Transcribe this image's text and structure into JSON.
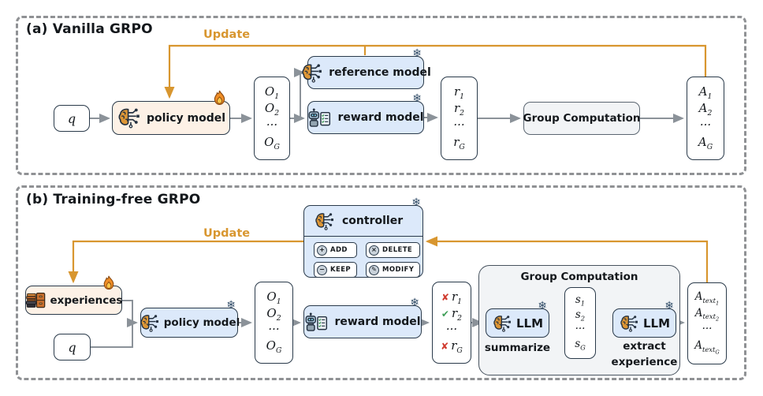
{
  "colors": {
    "accent_orange": "#d8962f",
    "panel_border": "#8f9194",
    "box_border": "#2a3a4a",
    "blue_fill": "#dce9fa",
    "peach_fill": "#fdf1e6",
    "gray_fill": "#f2f4f6",
    "connector": "#8b9299",
    "check_green": "#3f9e57",
    "cross_red": "#d03b2f",
    "snowflake_blue": "#35506b",
    "text_color": "#14181c"
  },
  "icons": {
    "snowflake": "❄",
    "fire": "flame-icon",
    "brain_circuit": "brain-circuit-icon",
    "robot_checklist": "robot-checklist-icon",
    "experience_books": "books-cabinet-icon"
  },
  "panel_a": {
    "title": "(a) Vanilla GRPO",
    "update_label": "Update",
    "nodes": {
      "query": "q",
      "policy_model": "policy model",
      "reference_model": "reference model",
      "reward_model": "reward model",
      "group_computation": "Group Computation"
    },
    "outputs": [
      {
        "base": "O",
        "sub": "1"
      },
      {
        "base": "O",
        "sub": "2"
      },
      {
        "base": "···",
        "sub": ""
      },
      {
        "base": "O",
        "sub": "G"
      }
    ],
    "rewards": [
      {
        "base": "r",
        "sub": "1"
      },
      {
        "base": "r",
        "sub": "2"
      },
      {
        "base": "···",
        "sub": ""
      },
      {
        "base": "r",
        "sub": "G"
      }
    ],
    "advantages": [
      {
        "base": "A",
        "sub": "1"
      },
      {
        "base": "A",
        "sub": "2"
      },
      {
        "base": "···",
        "sub": ""
      },
      {
        "base": "A",
        "sub": "G"
      }
    ]
  },
  "panel_b": {
    "title": "(b) Training-free GRPO",
    "update_label": "Update",
    "nodes": {
      "experiences": "experiences",
      "query": "q",
      "policy_model": "policy model",
      "reward_model": "reward model",
      "group_computation": "Group Computation",
      "llm_summarize": "LLM",
      "llm_summarize_caption": "summarize",
      "llm_extract": "LLM",
      "llm_extract_caption": "extract\nexperience"
    },
    "controller": {
      "label": "controller",
      "buttons": [
        {
          "icon": "+",
          "label": "ADD"
        },
        {
          "icon": "×",
          "label": "DELETE"
        },
        {
          "icon": "−",
          "label": "KEEP"
        },
        {
          "icon": "✎",
          "label": "MODIFY"
        }
      ]
    },
    "outputs": [
      {
        "base": "O",
        "sub": "1"
      },
      {
        "base": "O",
        "sub": "2"
      },
      {
        "base": "···",
        "sub": ""
      },
      {
        "base": "O",
        "sub": "G"
      }
    ],
    "rewards": [
      {
        "mark": "✘",
        "base": "r",
        "sub": "1"
      },
      {
        "mark": "✔",
        "base": "r",
        "sub": "2"
      },
      {
        "mark": "",
        "base": "···",
        "sub": ""
      },
      {
        "mark": "✘",
        "base": "r",
        "sub": "G"
      }
    ],
    "summaries": [
      {
        "base": "s",
        "sub": "1"
      },
      {
        "base": "s",
        "sub": "2"
      },
      {
        "base": "···",
        "sub": ""
      },
      {
        "base": "s",
        "sub": "G"
      }
    ],
    "advantages_text": [
      {
        "base": "A",
        "sub": "text",
        "subsub": "1"
      },
      {
        "base": "A",
        "sub": "text",
        "subsub": "2"
      },
      {
        "base": "···",
        "sub": "",
        "subsub": ""
      },
      {
        "base": "A",
        "sub": "text",
        "subsub": "G"
      }
    ]
  }
}
